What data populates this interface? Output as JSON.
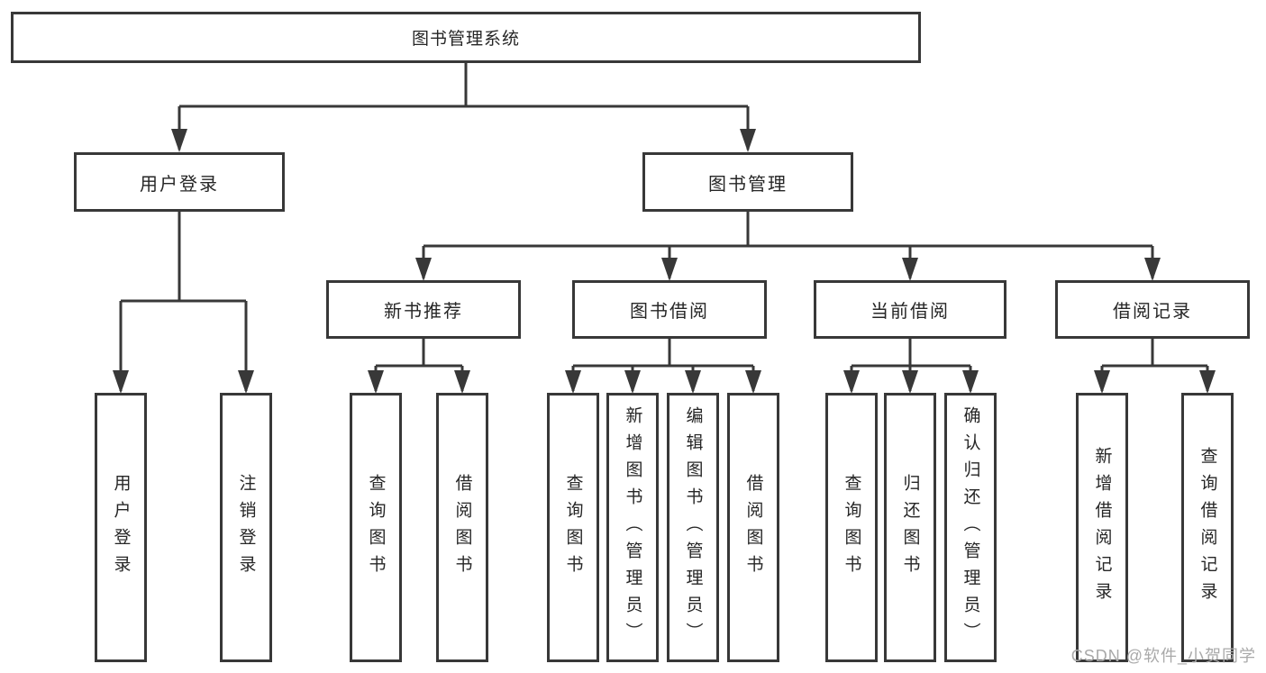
{
  "diagram": {
    "root": {
      "label": "图书管理系统"
    },
    "branches": [
      {
        "label": "用户登录",
        "children": [
          {
            "label": "用户登录"
          },
          {
            "label": "注销登录"
          }
        ]
      },
      {
        "label": "图书管理",
        "groups": [
          {
            "label": "新书推荐",
            "children": [
              {
                "label": "查询图书"
              },
              {
                "label": "借阅图书"
              }
            ]
          },
          {
            "label": "图书借阅",
            "children": [
              {
                "label": "查询图书"
              },
              {
                "label": "新增图书（管理员）"
              },
              {
                "label": "编辑图书（管理员）"
              },
              {
                "label": "借阅图书"
              }
            ]
          },
          {
            "label": "当前借阅",
            "children": [
              {
                "label": "查询图书"
              },
              {
                "label": "归还图书"
              },
              {
                "label": "确认归还（管理员）"
              }
            ]
          },
          {
            "label": "借阅记录",
            "children": [
              {
                "label": "新增借阅记录"
              },
              {
                "label": "查询借阅记录"
              }
            ]
          }
        ]
      }
    ],
    "watermark": "CSDN @软件_小贺同学"
  },
  "colors": {
    "line": "#383838",
    "text": "#262626",
    "watermark": "#a9a9a9",
    "background": "#ffffff"
  }
}
